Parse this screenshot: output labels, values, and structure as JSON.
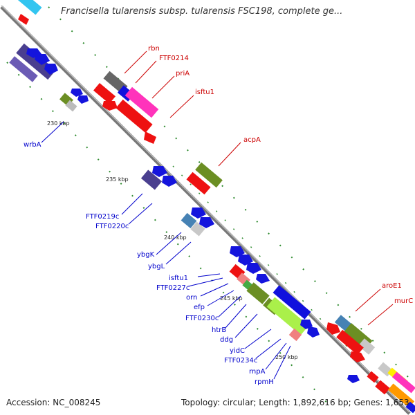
{
  "header": {
    "title": "Francisella tularensis subsp. tularensis FSC198, complete ge..."
  },
  "footer": {
    "accession": "Accession: NC_008245",
    "topology": "Topology: circular; Length: 1,892,616 bp; Genes: 1,653"
  },
  "ticks": [
    "230 kbp",
    "235 kbp",
    "240 kbp",
    "245 kbp",
    "250 kbp"
  ],
  "labels_right": [
    "rbn",
    "FTF0214",
    "priA",
    "isftu1",
    "acpA",
    "aroE1",
    "murC"
  ],
  "labels_left": [
    "wrbA",
    "FTF0219c",
    "FTF0220c",
    "ybgK",
    "ybgL",
    "isftu1",
    "FTF0227c",
    "orn",
    "efp",
    "FTF0230c",
    "htrB",
    "ddg",
    "yidC",
    "FTF0234c",
    "rnpA",
    "rpmH"
  ],
  "colors": {
    "forward_label": "#cc0000",
    "reverse_label": "#0000cc",
    "backbone": "#888888",
    "dots": "#2e8b2e"
  }
}
